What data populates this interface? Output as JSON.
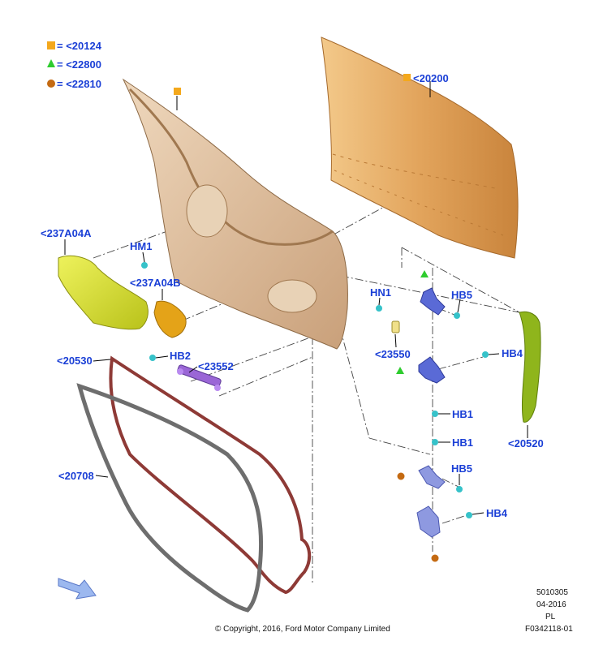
{
  "legend": [
    {
      "symbol": "square",
      "color": "#f4a81c",
      "text": "= <20124"
    },
    {
      "symbol": "triangle",
      "color": "#2ecc2e",
      "text": "= <22800"
    },
    {
      "symbol": "circle",
      "color": "#c46a12",
      "text": "= <22810"
    }
  ],
  "callouts": {
    "door_skin": "<20200",
    "insulator_large": "<237A04A",
    "insulator_small": "<237A04B",
    "hm1": "HM1",
    "hn1": "HN1",
    "hb5_upper": "HB5",
    "hb4_upper": "HB4",
    "clip_23550": "<23550",
    "weatherstrip_red": "<20530",
    "hb2": "HB2",
    "check_strap": "<23552",
    "seal_side": "<20520",
    "hb1_upper": "HB1",
    "hb1_lower": "HB1",
    "weatherstrip_grey": "<20708",
    "hb5_lower": "HB5",
    "hb4_lower": "HB4"
  },
  "footer": {
    "copyright": "© Copyright, 2016, Ford Motor Company Limited",
    "code": "5010305",
    "date": "04-2016",
    "lang": "PL",
    "figure": "F0342118-01"
  },
  "colors": {
    "callout_text": "#1a3fd6",
    "door_frame": "#d9b48c",
    "door_skin": "#e0a55a",
    "insulator": "#d4dc2a",
    "insulator_small": "#e4a318",
    "weatherstrip_red": "#8e3a36",
    "weatherstrip_grey": "#6e6e6e",
    "seal_side": "#8fb51c",
    "hinge": "#5a6ad6",
    "fastener": "#36c2c9"
  }
}
